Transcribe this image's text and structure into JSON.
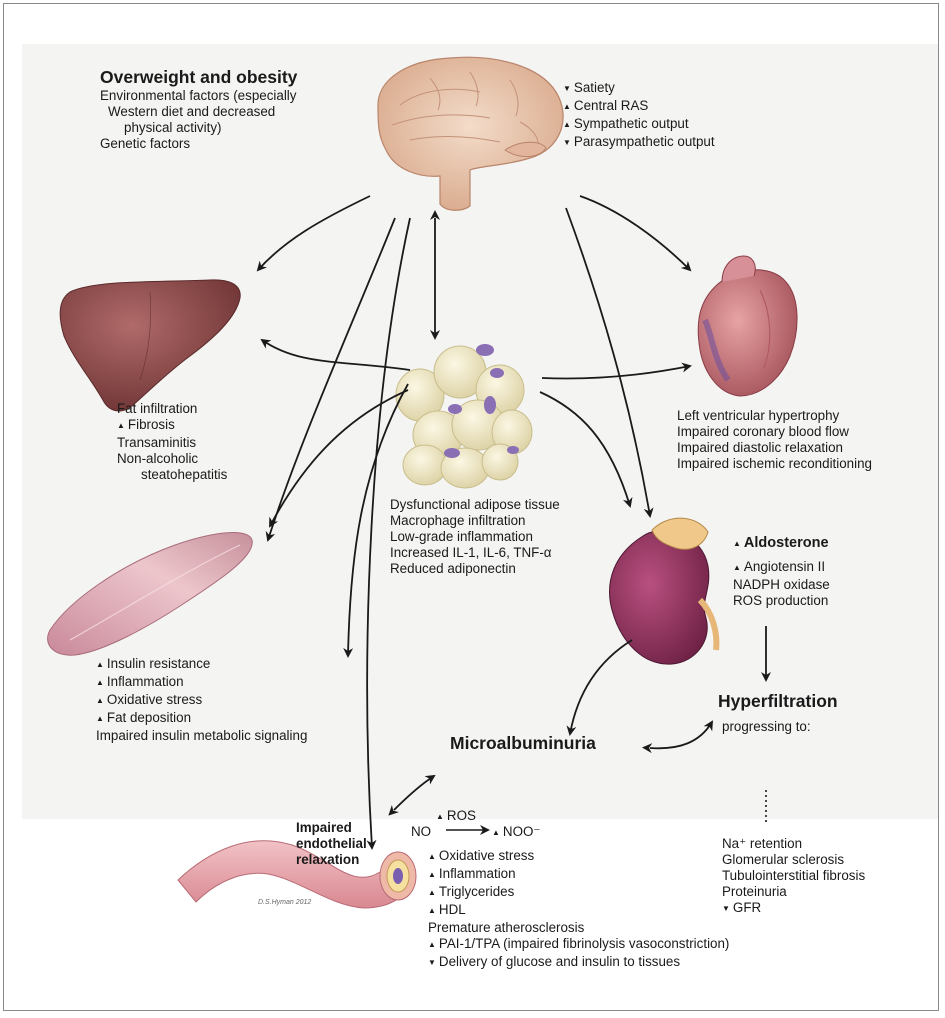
{
  "obesity": {
    "title": "Overweight and obesity",
    "lines": [
      "Environmental factors (especially",
      "Western diet and decreased",
      "physical activity)",
      "Genetic factors"
    ]
  },
  "brain": {
    "lines": [
      "Satiety",
      "Central RAS",
      "Sympathetic output",
      "Parasympathetic output"
    ],
    "directions": [
      "down",
      "up",
      "up",
      "down"
    ]
  },
  "liver": {
    "lines": [
      "Fat infiltration",
      "Fibrosis",
      "Transaminitis",
      "Non-alcoholic",
      "steatohepatitis"
    ],
    "directions": [
      "none",
      "up",
      "none",
      "none",
      "none"
    ]
  },
  "adipose": {
    "lines": [
      "Dysfunctional adipose tissue",
      "Macrophage infiltration",
      "Low-grade inflammation",
      "Increased IL-1, IL-6, TNF-α",
      "Reduced adiponectin"
    ]
  },
  "heart": {
    "lines": [
      "Left ventricular hypertrophy",
      "Impaired coronary blood flow",
      "Impaired diastolic relaxation",
      "Impaired ischemic reconditioning"
    ]
  },
  "muscle": {
    "lines": [
      "Insulin resistance",
      "Inflammation",
      "Oxidative stress",
      "Fat deposition",
      "Impaired insulin metabolic signaling"
    ],
    "directions": [
      "up",
      "up",
      "up",
      "up",
      "none"
    ]
  },
  "kidney": {
    "aldosterone": "Aldosterone",
    "lines": [
      "Angiotensin II",
      "NADPH oxidase",
      "ROS production"
    ],
    "directions": [
      "up",
      "none",
      "none"
    ]
  },
  "hyperfiltration": {
    "title": "Hyperfiltration",
    "progress": "progressing to:",
    "lines": [
      "Na⁺ retention",
      "Glomerular sclerosis",
      "Tubulointerstitial fibrosis",
      "Proteinuria",
      "GFR"
    ],
    "directions": [
      "none",
      "none",
      "none",
      "none",
      "down"
    ]
  },
  "microalbuminuria": {
    "title": "Microalbuminuria"
  },
  "endothelial": {
    "title_lines": [
      "Impaired",
      "endothelial",
      "relaxation"
    ],
    "ros": "ROS",
    "no": "NO",
    "noo": "NOO⁻",
    "lines": [
      "Oxidative stress",
      "Inflammation",
      "Triglycerides",
      "HDL",
      "Premature atherosclerosis",
      "PAI-1/TPA (impaired fibrinolysis vasoconstriction)",
      "Delivery of glucose and insulin to tissues"
    ],
    "directions": [
      "up",
      "up",
      "up",
      "up",
      "none",
      "up",
      "down"
    ]
  },
  "signature": "D.S.Hyman 2012",
  "colors": {
    "panel": "#f4f4f3",
    "arrow": "#1a1a1a",
    "brain": "#e8c9b0",
    "liver": "#8c4a4a",
    "heart": "#c77272",
    "kidney": "#8e3560",
    "muscle": "#d8a6ad",
    "vessel": "#e6aab0",
    "adipose": "#efe8c6"
  }
}
